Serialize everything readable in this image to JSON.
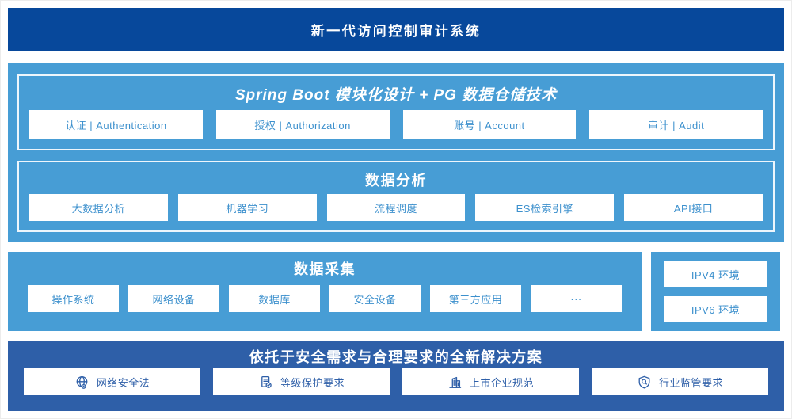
{
  "colors": {
    "banner_bg": "#07489b",
    "section_bg": "#479dd5",
    "solution_bg": "#2e5fa8",
    "item_text": "#3c90cd",
    "solution_text": "#2e5fa8",
    "panel_border": "#eef6fc"
  },
  "banner": {
    "title": "新一代访问控制审计系统"
  },
  "platform": {
    "modules_title": "Spring Boot 模块化设计 + PG 数据仓储技术",
    "modules": [
      "认证 | Authentication",
      "授权 | Authorization",
      "账号 | Account",
      "审计 | Audit"
    ],
    "analysis_title": "数据分析",
    "analysis_items": [
      "大数据分析",
      "机器学习",
      "流程调度",
      "ES检索引擎",
      "API接口"
    ]
  },
  "collection": {
    "title": "数据采集",
    "items": [
      "操作系统",
      "网络设备",
      "数据库",
      "安全设备",
      "第三方应用",
      "···"
    ],
    "environments": [
      "IPV4 环境",
      "IPV6 环境"
    ]
  },
  "solution": {
    "title": "依托于安全需求与合理要求的全新解决方案",
    "items": [
      {
        "icon": "globe-icon",
        "label": "网络安全法"
      },
      {
        "icon": "document-check-icon",
        "label": "等级保护要求"
      },
      {
        "icon": "building-icon",
        "label": "上市企业规范"
      },
      {
        "icon": "shield-search-icon",
        "label": "行业监管要求"
      }
    ]
  }
}
